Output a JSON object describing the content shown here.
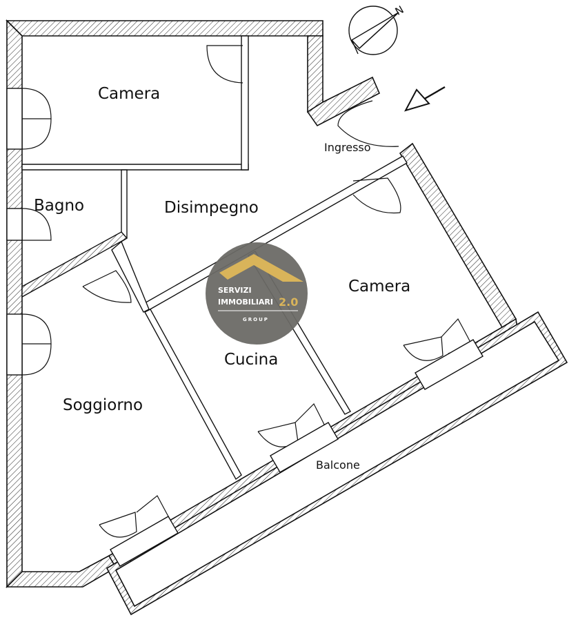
{
  "rooms": {
    "camera_top": "Camera",
    "bagno": "Bagno",
    "disimpegno": "Disimpegno",
    "ingresso": "Ingresso",
    "camera_right": "Camera",
    "cucina": "Cucina",
    "soggiorno": "Soggiorno",
    "balcone": "Balcone"
  },
  "compass": {
    "north_label": "N"
  },
  "watermark": {
    "line1": "SERVIZI",
    "line2": "IMMOBILIARI",
    "version": "2.0",
    "line3": "GROUP",
    "colors": {
      "circle": "#6b6a66",
      "accent": "#d9b45a"
    }
  },
  "icons": [
    "compass-icon",
    "entrance-arrow-icon",
    "door-swing-icon",
    "logo-house-icon"
  ]
}
